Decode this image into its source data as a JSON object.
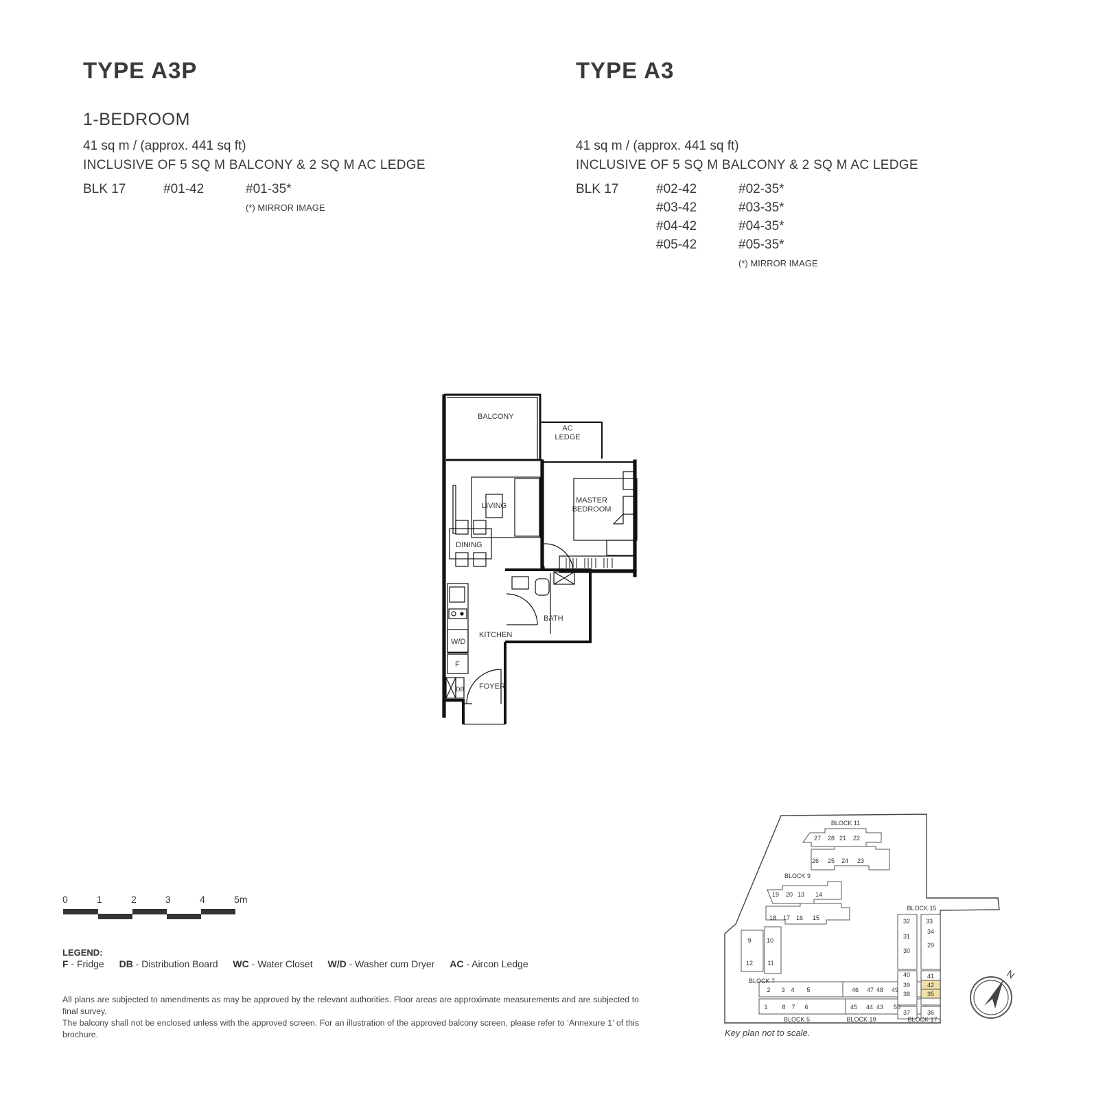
{
  "left_column": {
    "type_title": "TYPE A3P",
    "bedroom": "1-BEDROOM",
    "area": "41 sq m / (approx. 441 sq ft)",
    "inclusive": "INCLUSIVE OF 5 SQ M BALCONY & 2 SQ M AC LEDGE",
    "block": "BLK 17",
    "units_col1": [
      "#01-42"
    ],
    "units_col2": [
      "#01-35*"
    ],
    "mirror_note": "(*) MIRROR IMAGE"
  },
  "right_column": {
    "type_title": "TYPE A3",
    "area": "41 sq m / (approx. 441 sq ft)",
    "inclusive": "INCLUSIVE OF 5 SQ M BALCONY & 2 SQ M AC LEDGE",
    "block": "BLK 17",
    "units_col1": [
      "#02-42",
      "#03-42",
      "#04-42",
      "#05-42"
    ],
    "units_col2": [
      "#02-35*",
      "#03-35*",
      "#04-35*",
      "#05-35*"
    ],
    "mirror_note": "(*) MIRROR IMAGE"
  },
  "floor_plan": {
    "rooms": {
      "balcony": "BALCONY",
      "ac_ledge_1": "AC",
      "ac_ledge_2": "LEDGE",
      "living": "LIVING",
      "master_bedroom_1": "MASTER",
      "master_bedroom_2": "BEDROOM",
      "dining": "DINING",
      "kitchen": "KITCHEN",
      "bath": "BATH",
      "wd": "W/D",
      "fridge": "F",
      "db": "DB",
      "foyer": "FOYER"
    }
  },
  "scale_bar": {
    "ticks": [
      "0",
      "1",
      "2",
      "3",
      "4",
      "5m"
    ]
  },
  "legend": {
    "title": "LEGEND:",
    "items": [
      {
        "abbr": "F",
        "desc": "- Fridge"
      },
      {
        "abbr": "DB",
        "desc": "- Distribution Board"
      },
      {
        "abbr": "WC",
        "desc": "- Water Closet"
      },
      {
        "abbr": "W/D",
        "desc": "- Washer cum Dryer"
      },
      {
        "abbr": "AC",
        "desc": "- Aircon Ledge"
      }
    ]
  },
  "disclaimer": {
    "line1": "All plans are subjected to amendments as may be approved by the relevant authorities. Floor areas are approximate measurements and are subjected to final survey.",
    "line2": "The balcony shall not be enclosed unless with the approved screen. For an illustration of the approved balcony screen, please refer to ‘Annexure 1’ of this brochure."
  },
  "key_plan": {
    "note": "Key plan not to scale.",
    "highlight_color": "#efe0a8",
    "blocks": {
      "block11": "BLOCK 11",
      "block9": "BLOCK 9",
      "block7": "BLOCK 7",
      "block5": "BLOCK 5",
      "block19": "BLOCK 19",
      "block15": "BLOCK 15",
      "block17": "BLOCK 17"
    },
    "units": {
      "u27": "27",
      "u28": "28",
      "u21": "21",
      "u22": "22",
      "u26": "26",
      "u25": "25",
      "u24": "24",
      "u23": "23",
      "u19": "19",
      "u20": "20",
      "u13": "13",
      "u14": "14",
      "u18": "18",
      "u17": "17",
      "u16": "16",
      "u15": "15",
      "u9": "9",
      "u10": "10",
      "u12": "12",
      "u11": "11",
      "u2": "2",
      "u3": "3",
      "u4": "4",
      "u5": "5",
      "u1": "1",
      "u8": "8",
      "u7": "7",
      "u6": "6",
      "u46": "46",
      "u47": "47",
      "u48": "48",
      "u49": "49",
      "u45": "45",
      "u44": "44",
      "u43": "43",
      "u50": "50",
      "u32": "32",
      "u33": "33",
      "u31": "31",
      "u34": "34",
      "u30": "30",
      "u29": "29",
      "u40": "40",
      "u41": "41",
      "u39": "39",
      "u42": "42",
      "u38": "38",
      "u35": "35",
      "u37": "37",
      "u36": "36"
    },
    "compass_label": "N"
  }
}
